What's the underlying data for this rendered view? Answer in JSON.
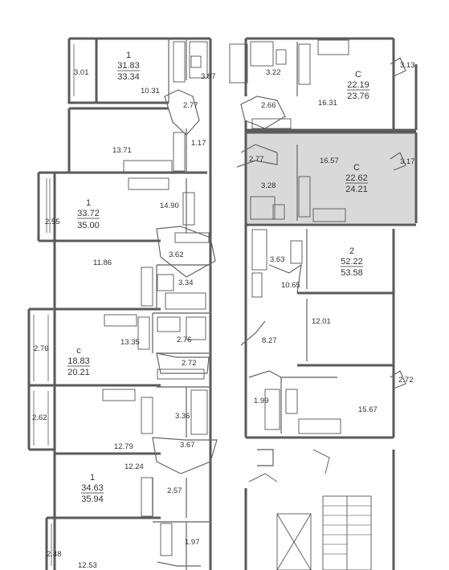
{
  "units": [
    {
      "id": "u1",
      "rooms": "1",
      "area_living": "31.83",
      "area_total": "33.34"
    },
    {
      "id": "u2",
      "rooms": "1",
      "area_living": "33.72",
      "area_total": "35.00"
    },
    {
      "id": "u3",
      "rooms": "с",
      "area_living": "18.83",
      "area_total": "20.21"
    },
    {
      "id": "u4",
      "rooms": "1",
      "area_living": "34.63",
      "area_total": "35.94"
    },
    {
      "id": "u5",
      "rooms": "С",
      "area_living": "22.19",
      "area_total": "23.76"
    },
    {
      "id": "u6",
      "rooms": "С",
      "area_living": "22.62",
      "area_total": "24.21",
      "highlighted": true
    },
    {
      "id": "u7",
      "rooms": "2",
      "area_living": "52.22",
      "area_total": "53.58"
    }
  ],
  "room_areas": {
    "r301": "3.01",
    "r1031": "10.31",
    "r387": "3.87",
    "r277a": "2.77",
    "r1371": "13.71",
    "r117": "1.17",
    "r1490": "14.90",
    "r255": "2.55",
    "r1186": "11.86",
    "r362": "3.62",
    "r334": "3.34",
    "r276a": "2.76",
    "r1335": "13.35",
    "r276b": "2.76",
    "r272a": "2.72",
    "r262": "2.62",
    "r336": "3.36",
    "r1279": "12.79",
    "r367": "3.67",
    "r1224": "12.24",
    "r257": "2.57",
    "r248": "2.48",
    "r197a": "1.97",
    "r1253": "12.53",
    "r322": "3.22",
    "r266": "2.66",
    "r1631": "16.31",
    "r313": "3.13",
    "r277b": "2.77",
    "r1657": "16.57",
    "r328": "3.28",
    "r317": "3.17",
    "r363": "3.63",
    "r1065": "10.65",
    "r1201": "12.01",
    "r827": "8.27",
    "r272b": "2.72",
    "r199": "1.99",
    "r1567": "15.67"
  },
  "colors": {
    "highlight": "#d9d9d9",
    "wall": "#5a5a5a"
  }
}
